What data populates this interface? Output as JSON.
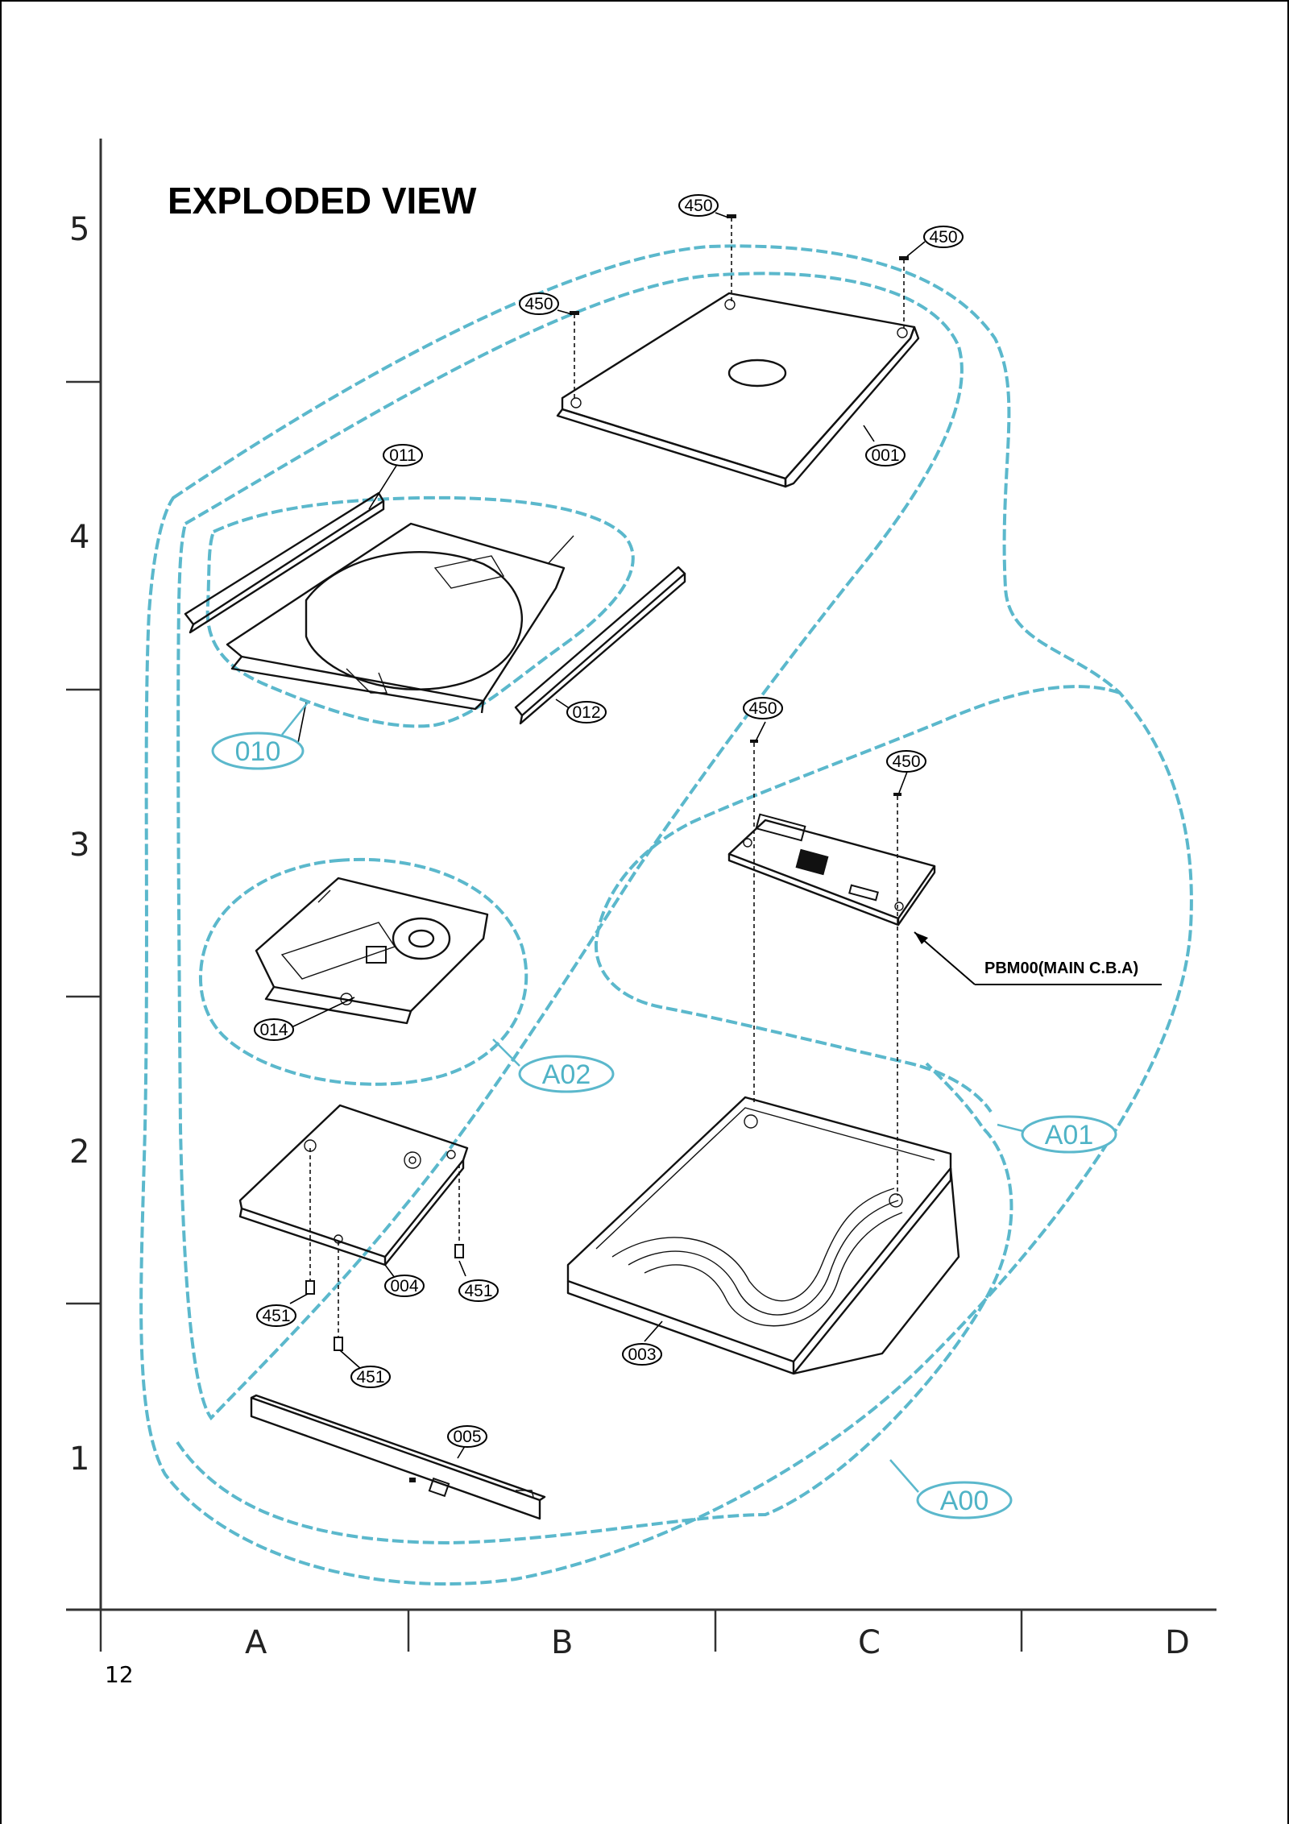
{
  "title": "EXPLODED VIEW",
  "page_number": "12",
  "grid": {
    "rows": [
      "5",
      "4",
      "3",
      "2",
      "1"
    ],
    "columns": [
      "A",
      "B",
      "C",
      "D"
    ]
  },
  "callouts": {
    "screw_top_1": "450",
    "screw_top_2": "450",
    "screw_top_3": "450",
    "top_cover": "001",
    "rail_left": "011",
    "rail_right": "012",
    "tray": "010",
    "pcb_screw_1": "450",
    "pcb_screw_2": "450",
    "pickup": "014",
    "pickup_group": "A02",
    "main_group": "A01",
    "bottom_plate": "004",
    "screw_bottom_1": "451",
    "screw_bottom_2": "451",
    "screw_bottom_3": "451",
    "chassis": "003",
    "bezel": "005",
    "outer_group": "A00"
  },
  "pcb_label": "PBM00(MAIN C.B.A)"
}
